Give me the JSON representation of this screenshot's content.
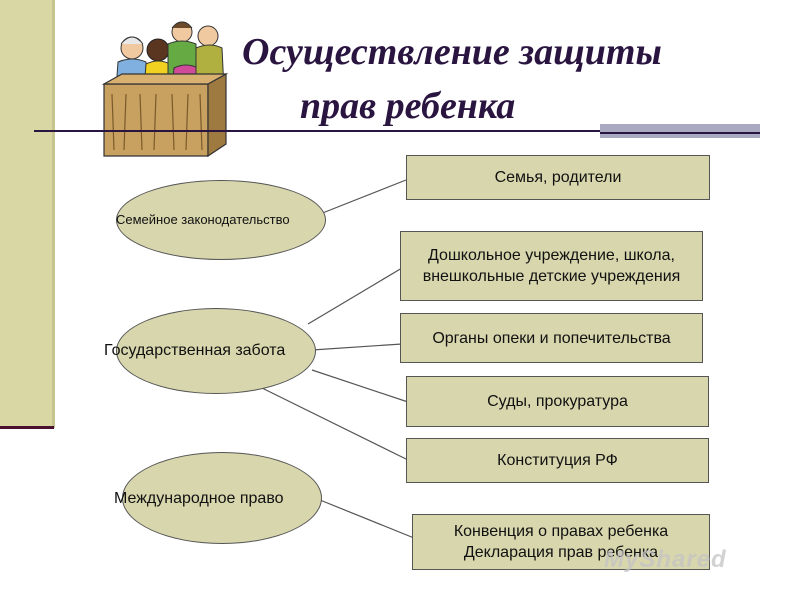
{
  "title": {
    "line1": "Осуществление защиты",
    "line2": "прав ребенка"
  },
  "colors": {
    "box_fill": "#d8d6ad",
    "title_color": "#2a1440",
    "side_strip": "#d9d7a3"
  },
  "sources": [
    {
      "id": "family_law",
      "label": "Семейное законодательство"
    },
    {
      "id": "state_care",
      "label": "Государственная забота"
    },
    {
      "id": "intl_law",
      "label": "Международное право"
    }
  ],
  "targets": [
    {
      "id": "family",
      "label": "Семья, родители"
    },
    {
      "id": "schools",
      "label": "Дошкольное учреждение, школа, внешкольные детские учреждения"
    },
    {
      "id": "guardianship",
      "label": "Органы опеки и попечительства"
    },
    {
      "id": "courts",
      "label": "Суды, прокуратура"
    },
    {
      "id": "constitution",
      "label": "Конституция РФ"
    },
    {
      "id": "convention",
      "label": "Конвенция о правах ребенка Декларация прав ребенка"
    }
  ],
  "connections": [
    {
      "from": "family_law",
      "to": "family"
    },
    {
      "from": "state_care",
      "to": "schools"
    },
    {
      "from": "state_care",
      "to": "guardianship"
    },
    {
      "from": "state_care",
      "to": "courts"
    },
    {
      "from": "state_care",
      "to": "constitution"
    },
    {
      "from": "intl_law",
      "to": "convention"
    }
  ],
  "clipart": "jury-box-people-illustration",
  "watermark": "MyShared"
}
